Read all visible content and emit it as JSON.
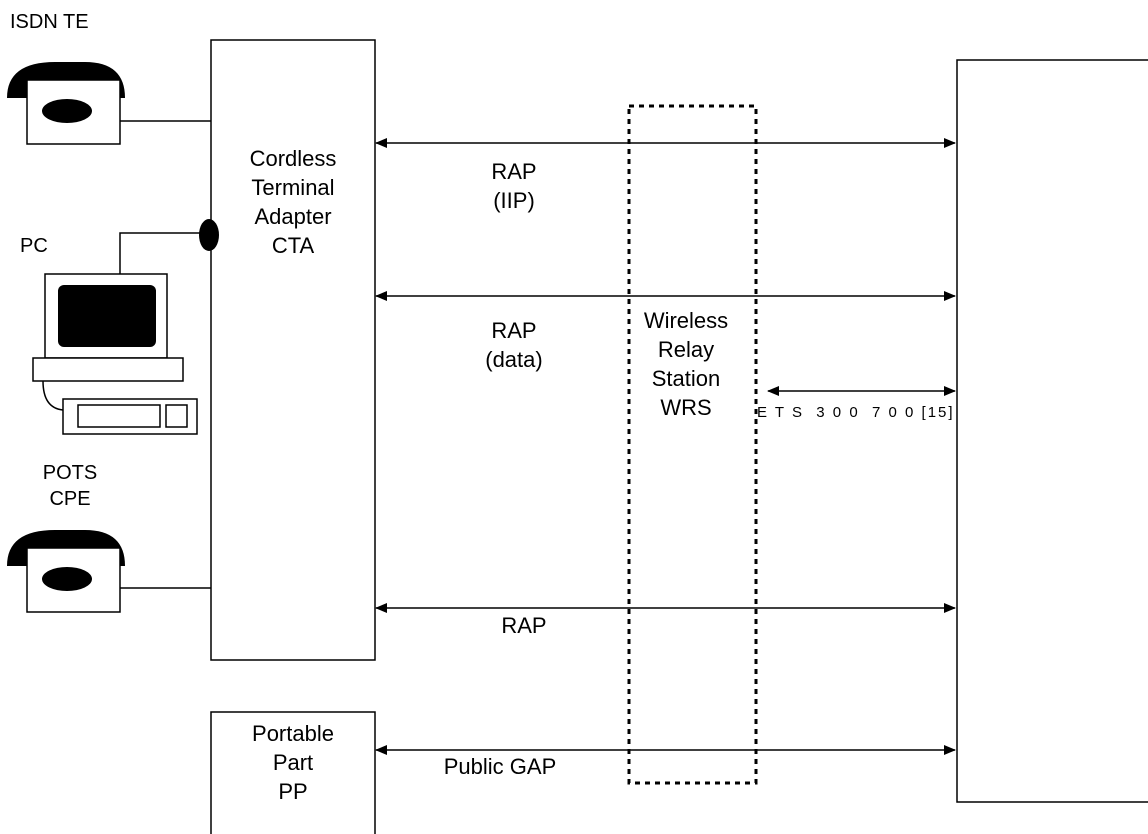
{
  "devices": {
    "isdn_te": "ISDN TE",
    "pc": "PC",
    "pots_cpe": [
      "POTS",
      "CPE"
    ]
  },
  "cta_box": [
    "Cordless",
    "Terminal",
    "Adapter",
    "CTA"
  ],
  "pp_box": [
    "Portable",
    "Part",
    "PP"
  ],
  "wrs_box": [
    "Wireless",
    "Relay",
    "Station",
    "WRS"
  ],
  "links": {
    "rap_iip": [
      "RAP",
      "(IIP)"
    ],
    "rap_data": [
      "RAP",
      "(data)"
    ],
    "rap": "RAP",
    "public_gap": "Public GAP",
    "ets": "E T S  3 0 0  7 0 0 [15]"
  }
}
